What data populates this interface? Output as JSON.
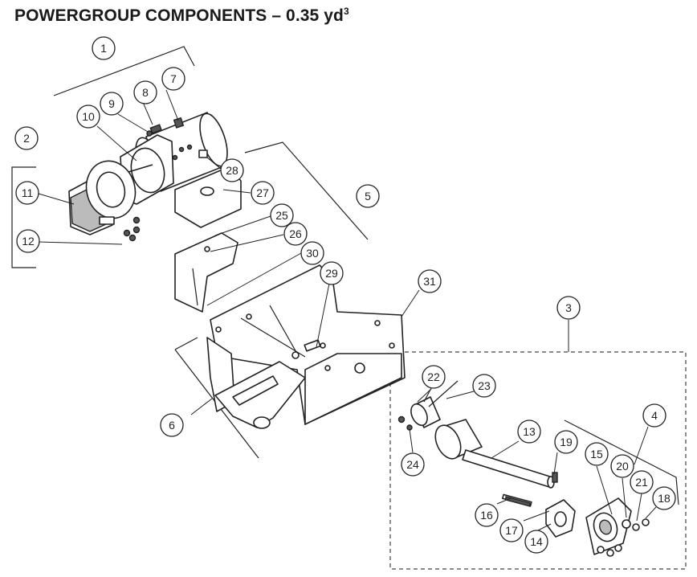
{
  "title": {
    "text": "POWERGROUP COMPONENTS – 0.35 yd",
    "superscript": "3"
  },
  "callouts": [
    "1",
    "2",
    "3",
    "4",
    "5",
    "6",
    "7",
    "8",
    "9",
    "10",
    "11",
    "12",
    "13",
    "14",
    "15",
    "16",
    "17",
    "18",
    "19",
    "20",
    "21",
    "22",
    "23",
    "24",
    "25",
    "26",
    "27",
    "28",
    "29",
    "30",
    "31"
  ],
  "colors": {
    "ink": "#222222",
    "background": "#ffffff"
  }
}
